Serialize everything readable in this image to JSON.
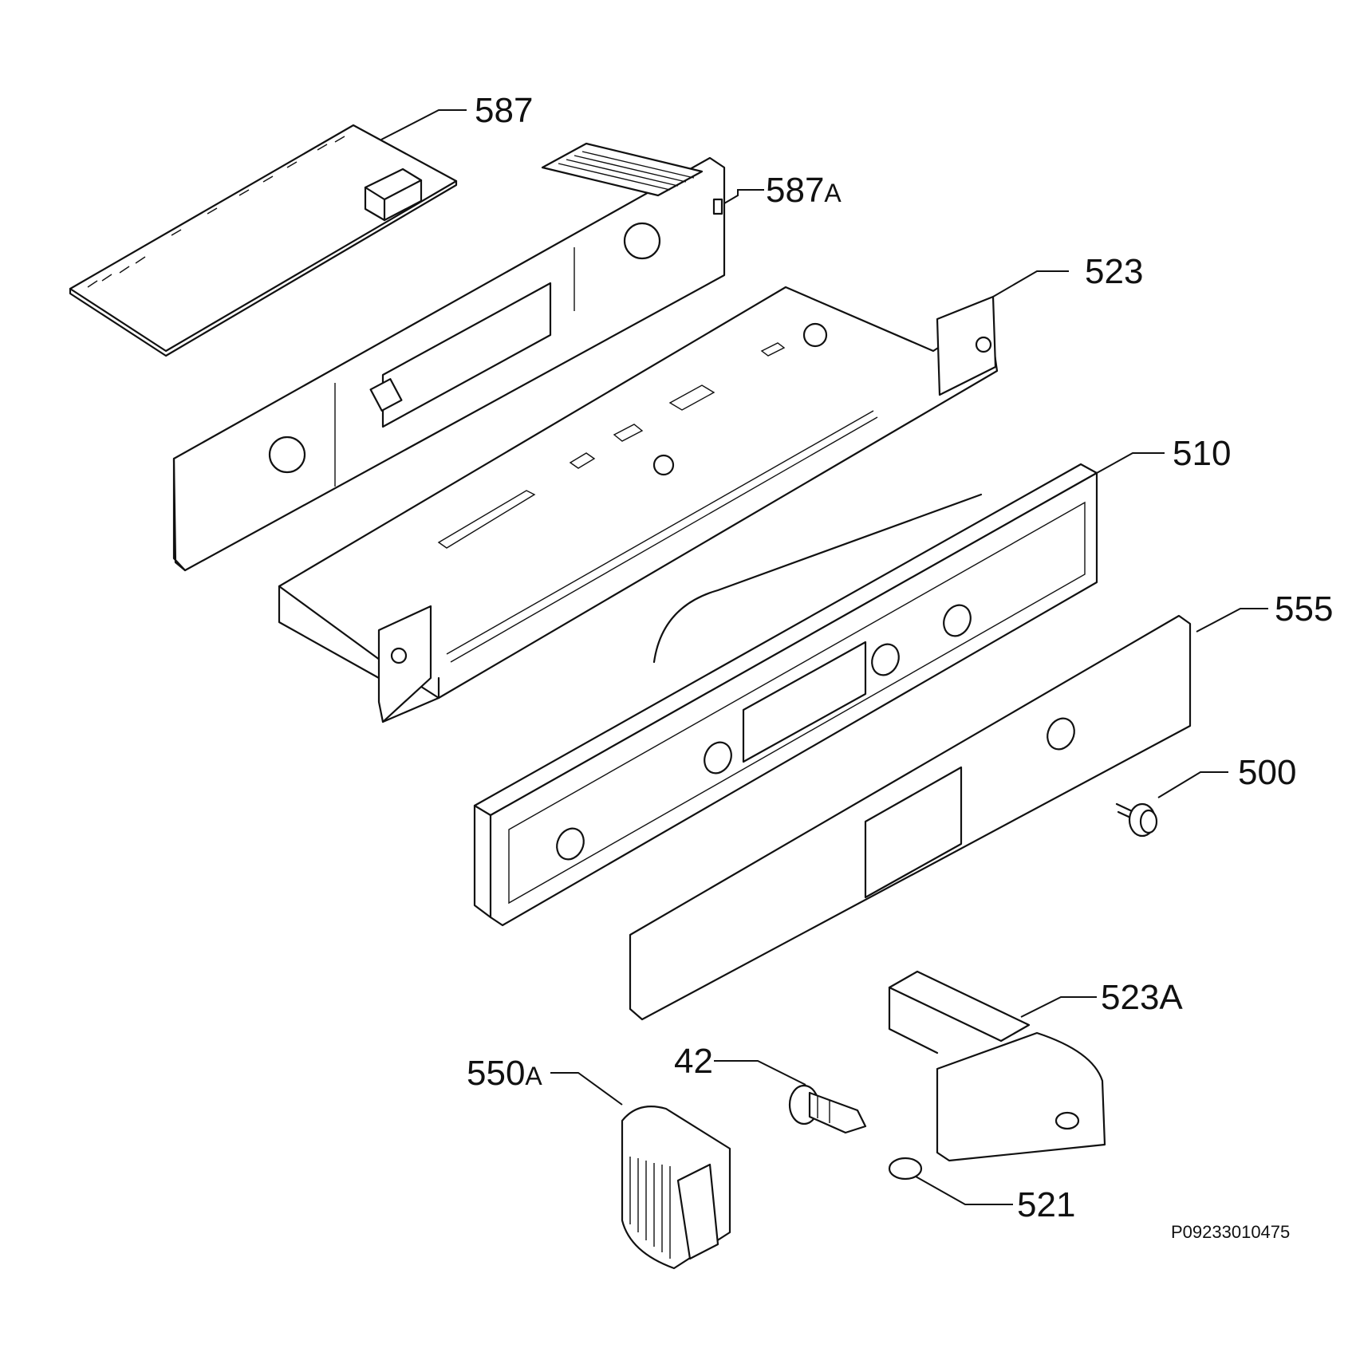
{
  "callouts": [
    {
      "id": "587",
      "num": "587",
      "suffix": ""
    },
    {
      "id": "587a",
      "num": "587",
      "suffix": "A"
    },
    {
      "id": "523",
      "num": "523",
      "suffix": ""
    },
    {
      "id": "510",
      "num": "510",
      "suffix": ""
    },
    {
      "id": "555",
      "num": "555",
      "suffix": ""
    },
    {
      "id": "500",
      "num": "500",
      "suffix": ""
    },
    {
      "id": "523a",
      "num": "523A",
      "suffix": ""
    },
    {
      "id": "42",
      "num": "42",
      "suffix": ""
    },
    {
      "id": "550a",
      "num": "550",
      "suffix": "A"
    },
    {
      "id": "521",
      "num": "521",
      "suffix": ""
    }
  ],
  "drawing_code": "P09233010475"
}
